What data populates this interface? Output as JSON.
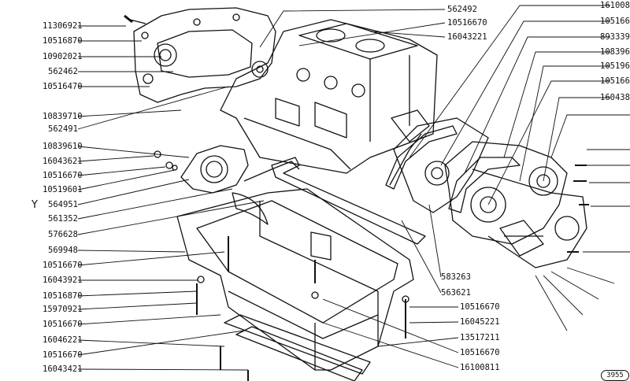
{
  "diagram": {
    "left_labels": [
      "11306921",
      "10516870",
      "10902021",
      "562462",
      "10516470",
      "10839710",
      "562491",
      "10839610",
      "16043621",
      "10516670",
      "10519601",
      "564951",
      "561352",
      "576628",
      "569948",
      "10516670",
      "16043921",
      "10516870",
      "15970921",
      "10516670",
      "16046221",
      "10516670",
      "16043421"
    ],
    "top_labels": [
      "562492",
      "10516670",
      "16043221"
    ],
    "right_labels": [
      "161008",
      "105166",
      "893339",
      "108396",
      "105196",
      "105166",
      "160438"
    ],
    "lower_right_labels": [
      "583263",
      "563621",
      "10516670",
      "16045221",
      "13517211",
      "10516670",
      "16100811"
    ],
    "marker": "Y",
    "plate_number": "3955"
  }
}
